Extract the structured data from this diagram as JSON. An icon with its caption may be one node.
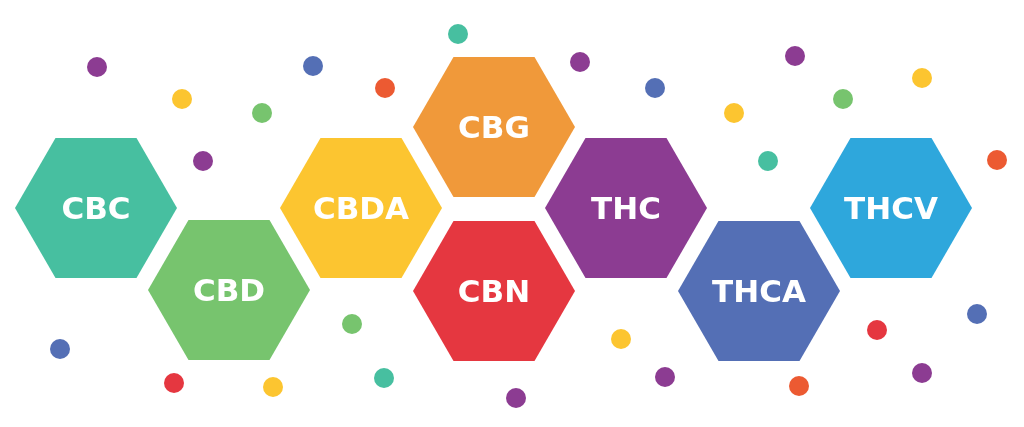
{
  "diagram": {
    "nodes": [
      {
        "text": [
          "CBC"
        ]
      },
      {
        "text": [
          "CBD"
        ]
      },
      {
        "text": [
          "CBDA"
        ]
      },
      {
        "text": [
          "CBG"
        ]
      },
      {
        "text": [
          "CBN"
        ]
      },
      {
        "text": [
          "THC"
        ]
      },
      {
        "text": [
          "THCA"
        ]
      },
      {
        "text": [
          "THCV"
        ]
      }
    ]
  }
}
